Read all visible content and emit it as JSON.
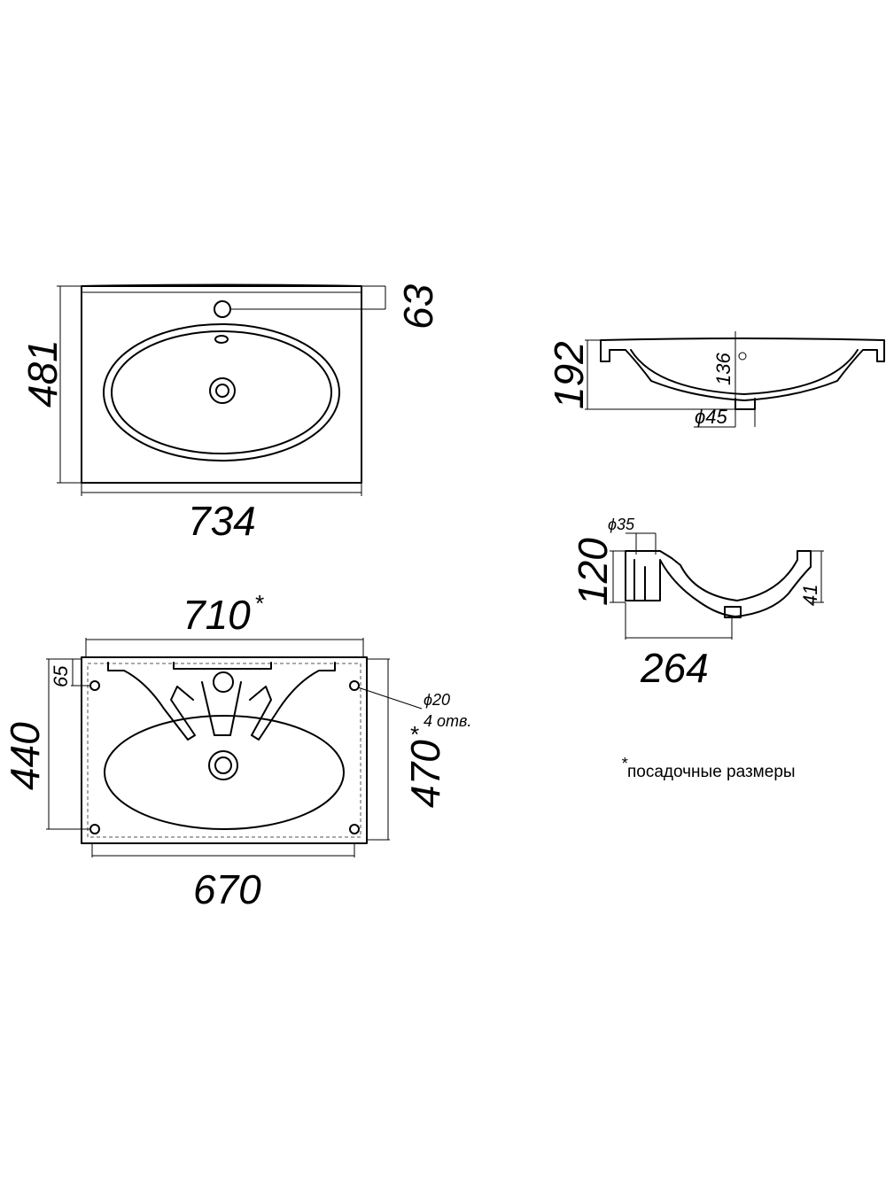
{
  "top_view": {
    "width": "734",
    "depth": "481",
    "tap_offset": "63"
  },
  "side_view": {
    "height": "192",
    "bowl_depth": "136",
    "drain_diameter": "ϕ45"
  },
  "section_view": {
    "tap_hole_diameter": "ϕ35",
    "height": "120",
    "rim_height": "41",
    "section_width": "264"
  },
  "mounting_view": {
    "outer_width": "710",
    "outer_width_mark": "*",
    "inner_width": "670",
    "inner_depth": "440",
    "outer_depth": "470",
    "outer_depth_mark": "*",
    "edge_offset": "65",
    "hole_diameter": "ϕ20",
    "hole_count": "4 отв."
  },
  "footnote": {
    "mark": "*",
    "text": "посадочные размеры"
  }
}
